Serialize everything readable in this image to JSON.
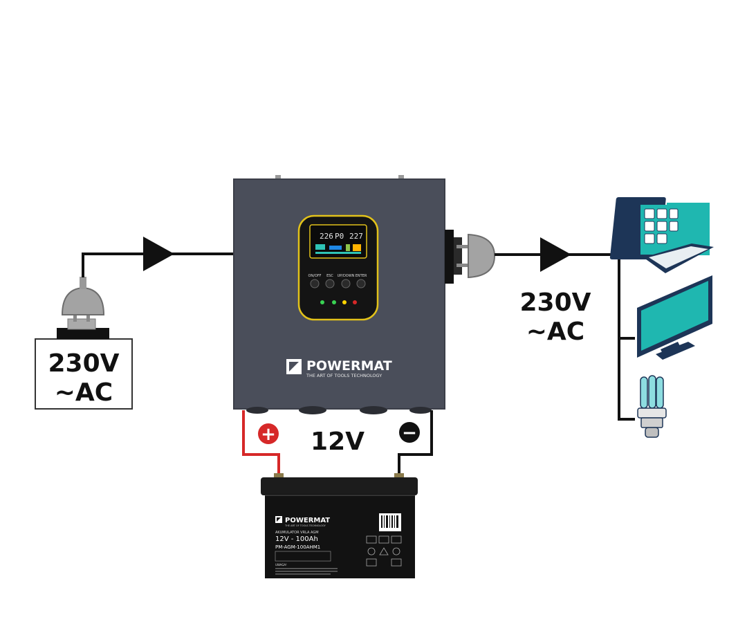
{
  "input": {
    "voltage": "230V",
    "type": "~AC"
  },
  "output": {
    "voltage": "230V",
    "type": "~AC"
  },
  "battery_link": {
    "voltage": "12V",
    "plus_symbol": "+",
    "minus_symbol": "−"
  },
  "inverter": {
    "brand": "POWERMAT",
    "tagline": "THE ART OF TOOLS TECHNOLOGY",
    "display": {
      "left_reading": "226",
      "mid_reading": "P0",
      "right_reading": "227"
    },
    "buttons": [
      {
        "label": "ON/OFF"
      },
      {
        "label": "ESC"
      },
      {
        "label": "UP/DOWN"
      },
      {
        "label": "ENTER"
      }
    ]
  },
  "battery": {
    "brand": "POWERMAT",
    "tagline": "THE ART OF TOOLS TECHNOLOGY",
    "line1": "AKUMULATOR VRLA AGM",
    "line2": "12V - 100Ah",
    "line3": "PM-AGM-100AHM1",
    "warning_heading": "UWAGA!"
  },
  "colors": {
    "inverter_body": "#4a4e5a",
    "panel_border": "#e2c21a",
    "display_bg": "#0b0b0b",
    "positive_wire": "#d62828",
    "wire": "#111111",
    "device_teal": "#1fb7b0",
    "device_navy": "#1d3557"
  },
  "icons": {
    "plug": "plug-icon",
    "arrow": "arrow-right-icon",
    "laptop": "laptop-icon",
    "monitor": "monitor-icon",
    "bulb": "bulb-icon"
  }
}
